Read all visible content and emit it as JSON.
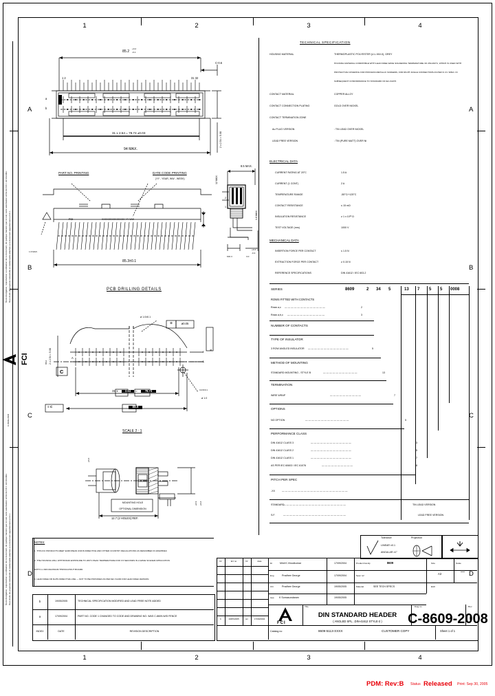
{
  "sheet": {
    "zone_numbers": [
      "1",
      "2",
      "3",
      "4"
    ],
    "zone_letters": [
      "A",
      "B",
      "C",
      "D"
    ]
  },
  "left_margin": {
    "legal_text_1": "Toute divulgation, reproduction ou utilisation de ce document, de quelque maniere que ce soit, sans autorisation ecrite de F.C.I. est interdite.",
    "legal_text_2": "Tous droits de propriete industrielle et intellectuelle attaches a ce document appartiennent a F.C.I.",
    "logo": "FCI",
    "doc_ref": "C-8609-2008"
  },
  "tech_spec": {
    "heading": "TECHNICAL SPECIFICATION",
    "rows": [
      {
        "label": "HOUSING MATERIAL",
        "value": "THERMOPLASTIC POLYESTER (U.L.94V-0), GREY"
      },
      {
        "label": "",
        "value": "HOUSING MATERIAL COMPATIBLE WITH LEAD FREE WAVE SOLDERING TEMPERATURE OF 250-260°C, WHICH IS USED WITH"
      },
      {
        "label": "",
        "value": "PROTECTIVE COVERING FOR PROCESS METALLIC SCREENS, FOR RIGHT ANGLE CONNECTORS AS PER D.I.N. SPEC. IN"
      },
      {
        "label": "",
        "value": "SUBSEQUENT CONFORMANCE TO STANDARD OF IEC-61076"
      },
      {
        "label": "CONTACT MATERIAL",
        "value": "COPPER ALLOY"
      },
      {
        "label": "CONTACT CONNECTION PLATING",
        "value": "GOLD OVER NICKEL"
      },
      {
        "label": "CONTACT TERMINATION ZONE",
        "value": ""
      },
      {
        "label": "Au PLUG VERSION",
        "value": ": TIN LEAD OVER NICKEL"
      },
      {
        "label": "LEAD FREE VERSION",
        "value": ": TIN (PURE MATT) OVER Ni"
      }
    ]
  },
  "electrical": {
    "heading": "ELECTRICAL DATA",
    "rows": [
      {
        "label": "CURRENT RATING AT 20°C",
        "value": "1.5 A"
      },
      {
        "label": "CURRENT (1 CONT)",
        "value": "2 A"
      },
      {
        "label": "TEMPERATURE RANGE",
        "value": "-55°C/+125°C"
      },
      {
        "label": "CONTACT RESISTANCE",
        "value": "≤ 15 mΩ"
      },
      {
        "label": "INSULATION RESISTANCE",
        "value": "≥ 1 x 10¹² Ω"
      },
      {
        "label": "TEST VOLTAGE (rms)",
        "value": "1000 V"
      }
    ]
  },
  "mechanical": {
    "heading": "MECHANICAL DATA",
    "rows": [
      {
        "label": "INSERTION FORCE PER CONTACT",
        "value": "≤ 1.5 N"
      },
      {
        "label": "EXTRACTION FORCE PER CONTACT",
        "value": "≥ 0.15 N"
      },
      {
        "label": "REFERENCE SPECIFICATIONS",
        "value": "DIN 41612 / IEC 603-2"
      }
    ]
  },
  "partnum": {
    "code_cells": [
      "8609",
      "2",
      "34",
      "5",
      "13",
      "7",
      "5",
      "5",
      "0008"
    ],
    "entries": [
      {
        "label": "SERIES",
        "value": ""
      },
      {
        "label": "ROWS FITTED WITH CONTACTS",
        "value": ""
      },
      {
        "label": "Rows a,c",
        "value": "2"
      },
      {
        "label": "Rows a,b,c",
        "value": "3"
      },
      {
        "label": "NUMBER OF CONTACTS",
        "value": "34"
      },
      {
        "label": "TYPE OF INSULATOR",
        "value": ""
      },
      {
        "label": "3 ROW ANGLED INSULATOR",
        "value": "5"
      },
      {
        "label": "METHOD OF MOUNTING",
        "value": ""
      },
      {
        "label": "STANDARD MOUNTING - STYLE B",
        "value": "13"
      },
      {
        "label": "TERMINATION",
        "value": ""
      },
      {
        "label": "WIRE WRAP",
        "value": "7"
      },
      {
        "label": "OPTIONS",
        "value": ""
      },
      {
        "label": "NO OPTION",
        "value": "5"
      },
      {
        "label": "PERFORMANCE CLASS",
        "value": ""
      },
      {
        "label": "DIN 41612 CLASS 3",
        "value": "3"
      },
      {
        "label": "DIN 41612 CLASS 2",
        "value": "5"
      },
      {
        "label": "DIN 41612 CLASS 1",
        "value": "7"
      },
      {
        "label": "AS PER IEC 60603 / IEC 61076",
        "value": "8"
      },
      {
        "label": "PITCH PER SPEC",
        "value": ""
      },
      {
        "label": "-XX",
        "value": ""
      },
      {
        "label": "STANDARD",
        "value": "TIN LEAD VERSION"
      },
      {
        "label": "S.F.",
        "value": "LEAD FREE VERSION"
      }
    ]
  },
  "drawing": {
    "top_view": {
      "dim_overall": "85.2",
      "dim_tol_top": "+0.2",
      "dim_tol_bot": "-0.1",
      "dim_edge": "C-0.6",
      "pin_left": "1 2",
      "pin_right": "31 32",
      "dim_pitch": "31 x 2.54 = 78.74 ±0.03",
      "dim_max": "94 MAX.",
      "row_a": "a",
      "row_b": "b",
      "dim_right": "2 x 2.54 = 5.08"
    },
    "front_view": {
      "note_part": "PART NO. PRINTING",
      "note_date": "DATE CODE PRINTING",
      "note_date2": "(YY - YEAR,  WW - WEEK)",
      "dim_len": "85.3±0.1",
      "mark_text": "XXXXXXXXXXXXXX  YY WW",
      "logo_mark": "FCI"
    },
    "side_view": {
      "dim_max_h": "8.5 MAX.",
      "dim_depth": "12 MAX.",
      "dim_pcb": "1.6 MAX.",
      "dim_small1": "6±0.3",
      "dim_small2": "3.0",
      "dim_tol": "+0.3",
      "dim_tol2": "-0.4",
      "label_2": "2",
      "label_1": "1"
    },
    "pcb": {
      "title": "PCB DRILLING DETAILS",
      "dia_note": "ø 1.0±0.1",
      "gdt_sym": "⊕",
      "gdt_val": "ø0.05",
      "dim_pitch": "31 x 2.54 = 78.74",
      "dim_width": "88.9",
      "dim_v": "2 x 2.54 = 5.08",
      "dim_b": "B",
      "dim_c": "C",
      "label_a": "A",
      "label_r": "r",
      "label_l": "L",
      "datum_c": "C",
      "datum_ec": "≡ C",
      "tol_note": "±2.0±0.1",
      "tol_note2": "ø 1.0"
    },
    "detail": {
      "title": "SCALE 2 : 1",
      "note_hole": "MOUNTING HOLE",
      "note_hole2": "OPTIONAL DIMENSION",
      "dim_ref": "12.7 (2 HOLES) REF.",
      "dim_v1": "ø3.3",
      "dim_v2": "ø2.9"
    }
  },
  "notes": {
    "heading": "NOTES:",
    "items": [
      "1. THIS FCI PRODUCTS MEET EUROPEAN UNION DIRECTIVE AND OTHER COUNTRY REGULATIONS AS DESCRIBED IN 2002/95/EC",
      "2. THE HOUSING WILL WITHSTAND EXPOSURE TO 260°C PEAK TEMPERATURE FOR 3.5 SECONDS IN A WAVE SOLDER APPLICATION",
      "   WITH A 1 MIN MAXIMUM THROUGHOUT BOARD.",
      "3. LEAD FREE OR RoHS DIRECTIVE LINE — NOT TO BE PROVIDED AS PER IEC 61436 FOR LEAD FREE VERSION."
    ]
  },
  "revisions": {
    "headers": [
      "INDEX",
      "DATE",
      "REVISION DESCRIPTION"
    ],
    "col_headers_left": [
      "Ir",
      "Err no",
      "Dr",
      "date"
    ],
    "rows": [
      {
        "index": "b",
        "date": "19/05/2005",
        "desc": "TECHNICAL SPECIFICATION MODIFIED AND LEAD FREE NOTE ADDED"
      },
      {
        "index": "a",
        "date": "17/09/2004",
        "desc": "PART NO. CODE 1 CHANGED TO CODE AND DRAWING NO. WAS C-8609-W/D FENCE"
      }
    ]
  },
  "title_block": {
    "tolerance_label": "Tolerance",
    "projection_label": "Projection",
    "tolerance_lin": "LINEAR ±0.1",
    "tolerance_ang": "ANGULAR ±1°",
    "rows": [
      {
        "role": "Dr",
        "name": "Minil K.Vinodkumar",
        "date": "17/09/2004"
      },
      {
        "role": "Eng",
        "name": "Pradhee George",
        "date": "17/09/2004"
      },
      {
        "role": "Chr",
        "name": "Pradhee George",
        "date": "19/05/2005"
      },
      {
        "role": "App",
        "name": "K Somasundaram",
        "date": "19/05/2005"
      }
    ],
    "product_family_label": "Product Family",
    "product_family": "8609",
    "spec_ref_label": "Spec ref",
    "spec_ref": "",
    "material_label": "Material",
    "material": "SEE TECH.SPECS",
    "size_label": "Size",
    "size": "A3",
    "scale_label": "Scale",
    "scale": "—",
    "etc_label": "Etch",
    "logo": "FCI",
    "title_label": "Title",
    "title_main": "DIN STANDARD HEADER",
    "title_sub": "( ANGLED SPL...DIN-41612 STYLE-3 )",
    "dwg_label": "Dwg no",
    "dwg_no": "C-8609-2008",
    "rev_label": "Rev",
    "rev": "b",
    "catalog_label": "Catalog no",
    "catalog_no": "8609-5113-XXXX",
    "copy_note": "CUSTOMER COPY",
    "sheet_note": "Sheet 1 of 1"
  },
  "status_bar": {
    "pdm": "PDM: Rev:B",
    "status_label": "Status",
    "status_value": "Released",
    "print": "Print: Sep 30, 2005"
  },
  "colors": {
    "status_red": "#e8000a",
    "line": "#000000"
  }
}
